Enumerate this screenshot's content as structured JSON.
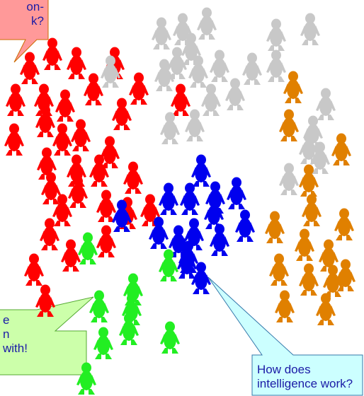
{
  "callouts": {
    "red": {
      "text": "on-\nk?",
      "fill": "#ff9999",
      "stroke": "#cc6a00"
    },
    "green": {
      "text": "e\nn\nwith!",
      "fill": "#ccffaa",
      "stroke": "#55aa33"
    },
    "blue": {
      "text": "How does\nintelligence work?",
      "fill": "#ccffff",
      "stroke": "#3377aa"
    }
  },
  "colors": {
    "red": "#ff0000",
    "gray": "#c8c8c8",
    "orange": "#e08000",
    "blue": "#0000ee",
    "green": "#22ee22"
  },
  "icon": "penguin-icon"
}
